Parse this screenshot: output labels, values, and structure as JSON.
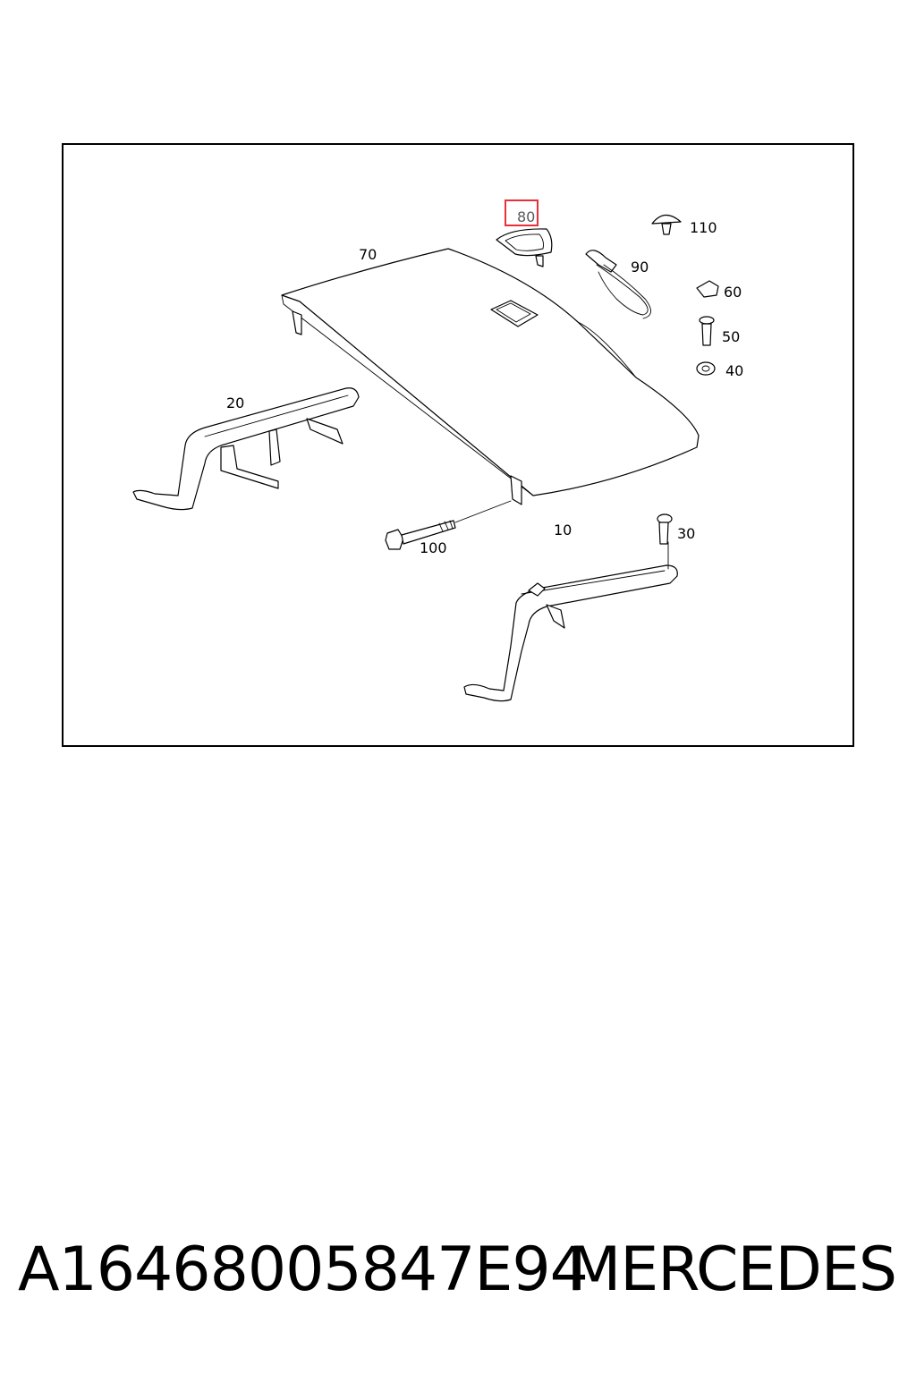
{
  "diagram": {
    "callouts": {
      "c10": "10",
      "c20": "20",
      "c30": "30",
      "c40": "40",
      "c50": "50",
      "c60": "60",
      "c70": "70",
      "c80": "80",
      "c90": "90",
      "c100": "100",
      "c110": "110"
    },
    "highlight_color": "#e8303a"
  },
  "footer": {
    "part_number": "A16468005847E94",
    "brand": "MERCEDES"
  }
}
